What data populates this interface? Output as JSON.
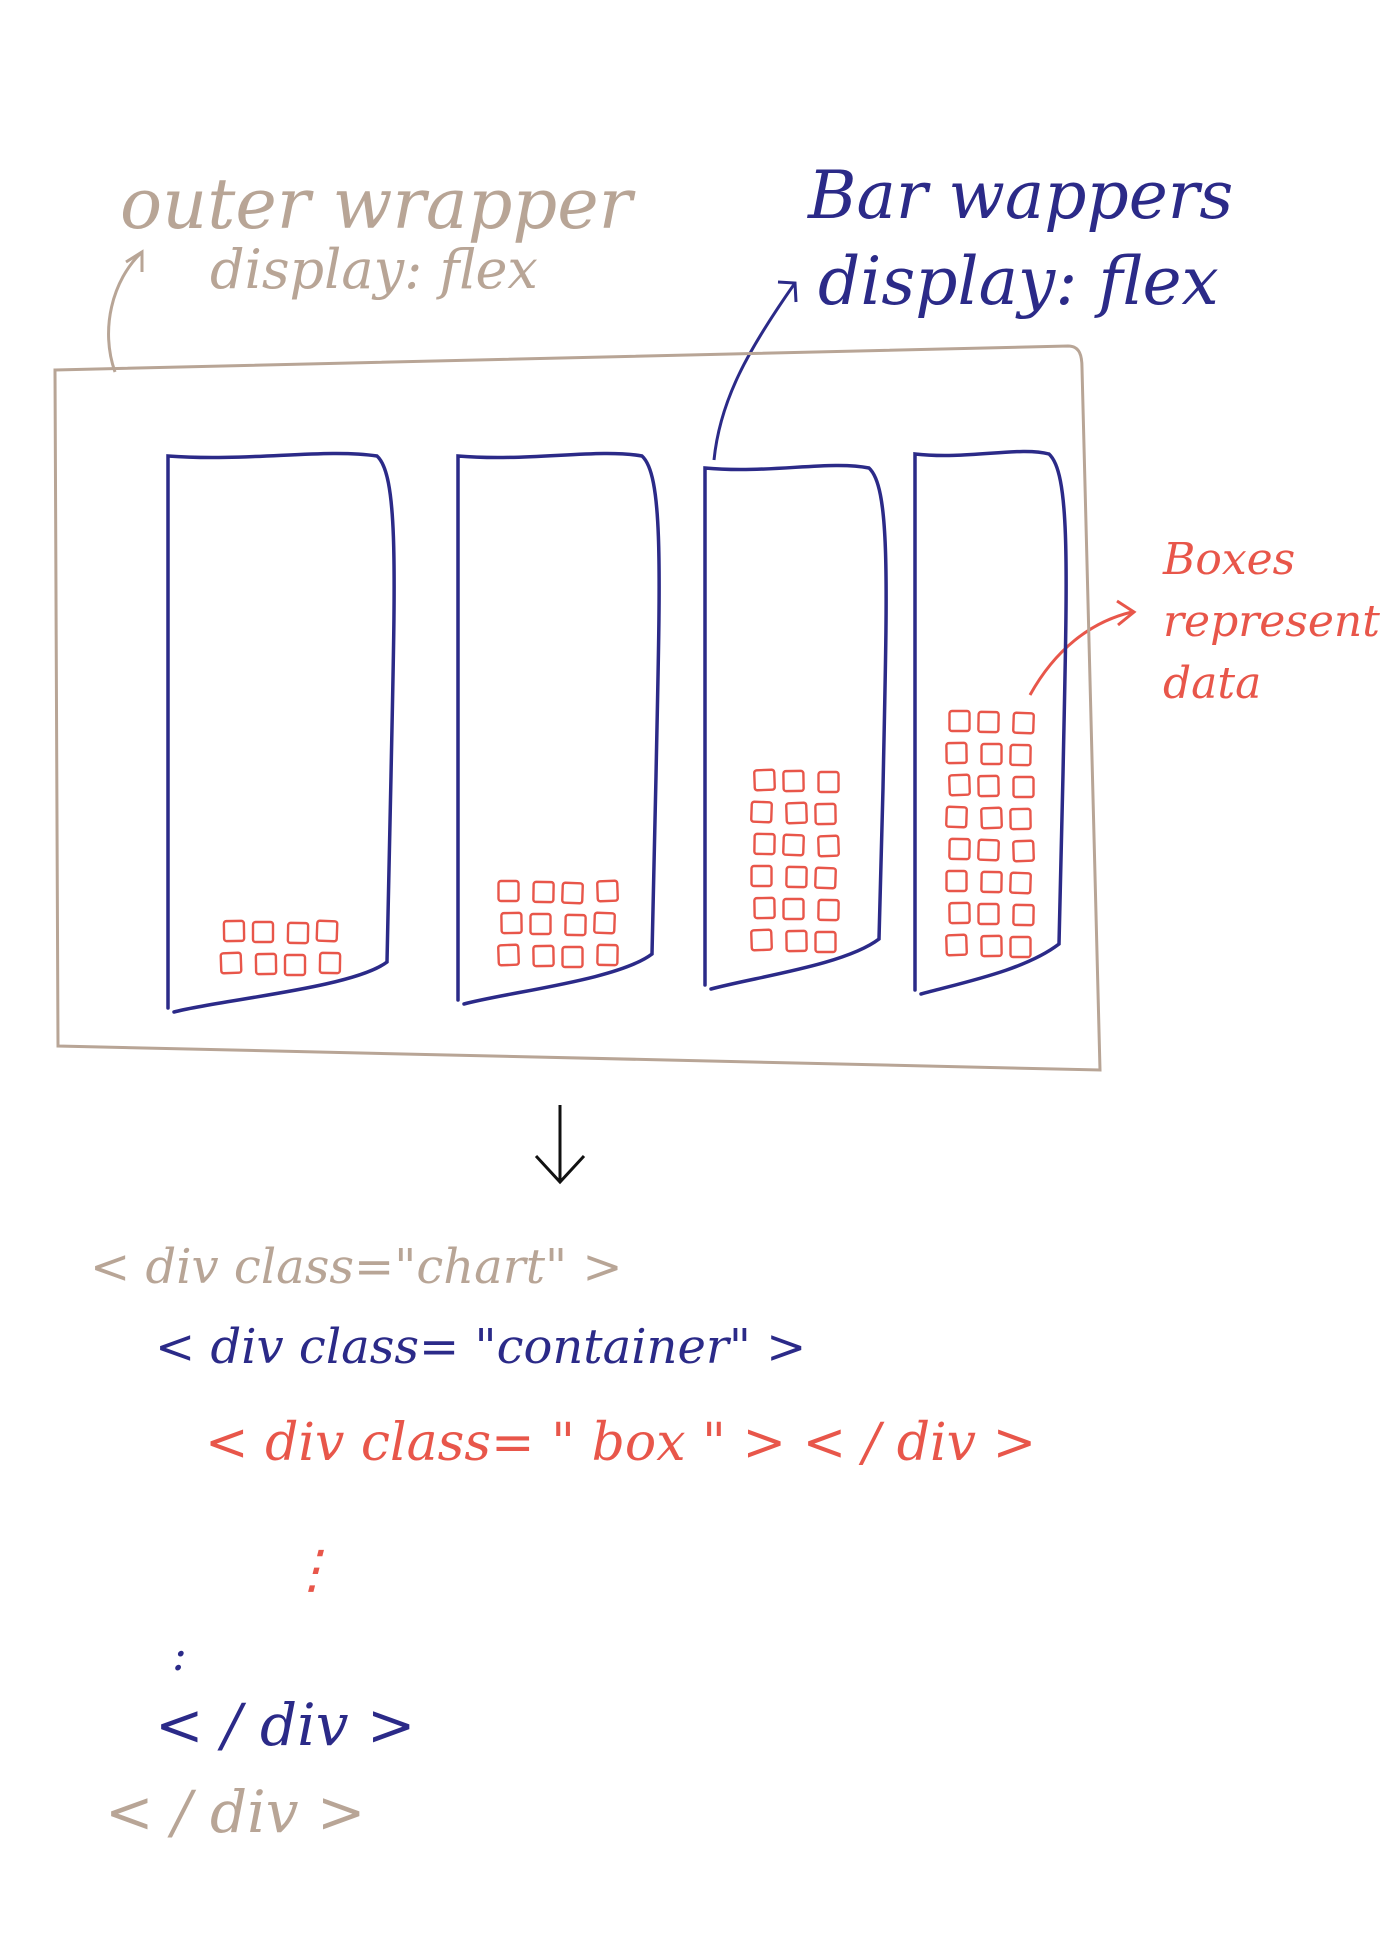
{
  "colors": {
    "outer": "#b8a596",
    "bar": "#2b2a88",
    "box": "#e8564a",
    "arrow": "#111111"
  },
  "annotations": {
    "outer_title": "outer wrapper",
    "outer_style": "display: flex",
    "bar_title": "Bar wappers",
    "bar_style": "display: flex",
    "boxes_line1": "Boxes",
    "boxes_line2": "represent",
    "boxes_line3": "data"
  },
  "bars": [
    {
      "rows": 2,
      "cols": 4
    },
    {
      "rows": 3,
      "cols": 4
    },
    {
      "rows": 6,
      "cols": 3
    },
    {
      "rows": 8,
      "cols": 3
    }
  ],
  "code": {
    "chart_open": "< div class=\"chart\" >",
    "container_open": "< div class= \"container\" >",
    "box_line": "< div class= \" box \" > < / div >",
    "box_ellipsis": "⋮",
    "container_ellipsis": ":",
    "container_close": "< / div >",
    "chart_close": "< / div >"
  }
}
